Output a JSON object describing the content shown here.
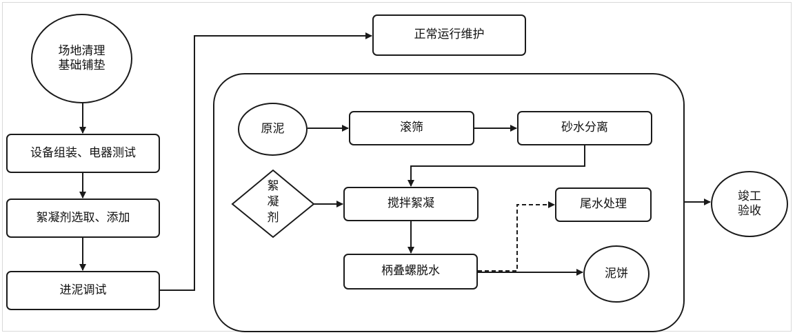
{
  "diagram": {
    "site_clearing": {
      "line1": "场地清理",
      "line2": "基础铺垫"
    },
    "equipment_assembly": "设备组装、电器测试",
    "flocculant_selection": "絮凝剂选取、添加",
    "sludge_feed_debug": "进泥调试",
    "normal_operation": "正常运行维护",
    "raw_sludge": "原泥",
    "drum_screen": "滚筛",
    "sand_water_separation": "砂水分离",
    "flocculant": {
      "c1": "絮",
      "c2": "凝",
      "c3": "剂"
    },
    "mixing_flocculation": "搅拌絮凝",
    "stacked_screw_dewatering": "柄叠螺脱水",
    "tail_water_treatment": "尾水处理",
    "sludge_cake": "泥饼",
    "acceptance": {
      "line1": "竣工",
      "line2": "验收"
    }
  },
  "colors": {
    "stroke": "#1a1a1a",
    "background": "#ffffff",
    "frame": "#d9d9d9"
  }
}
